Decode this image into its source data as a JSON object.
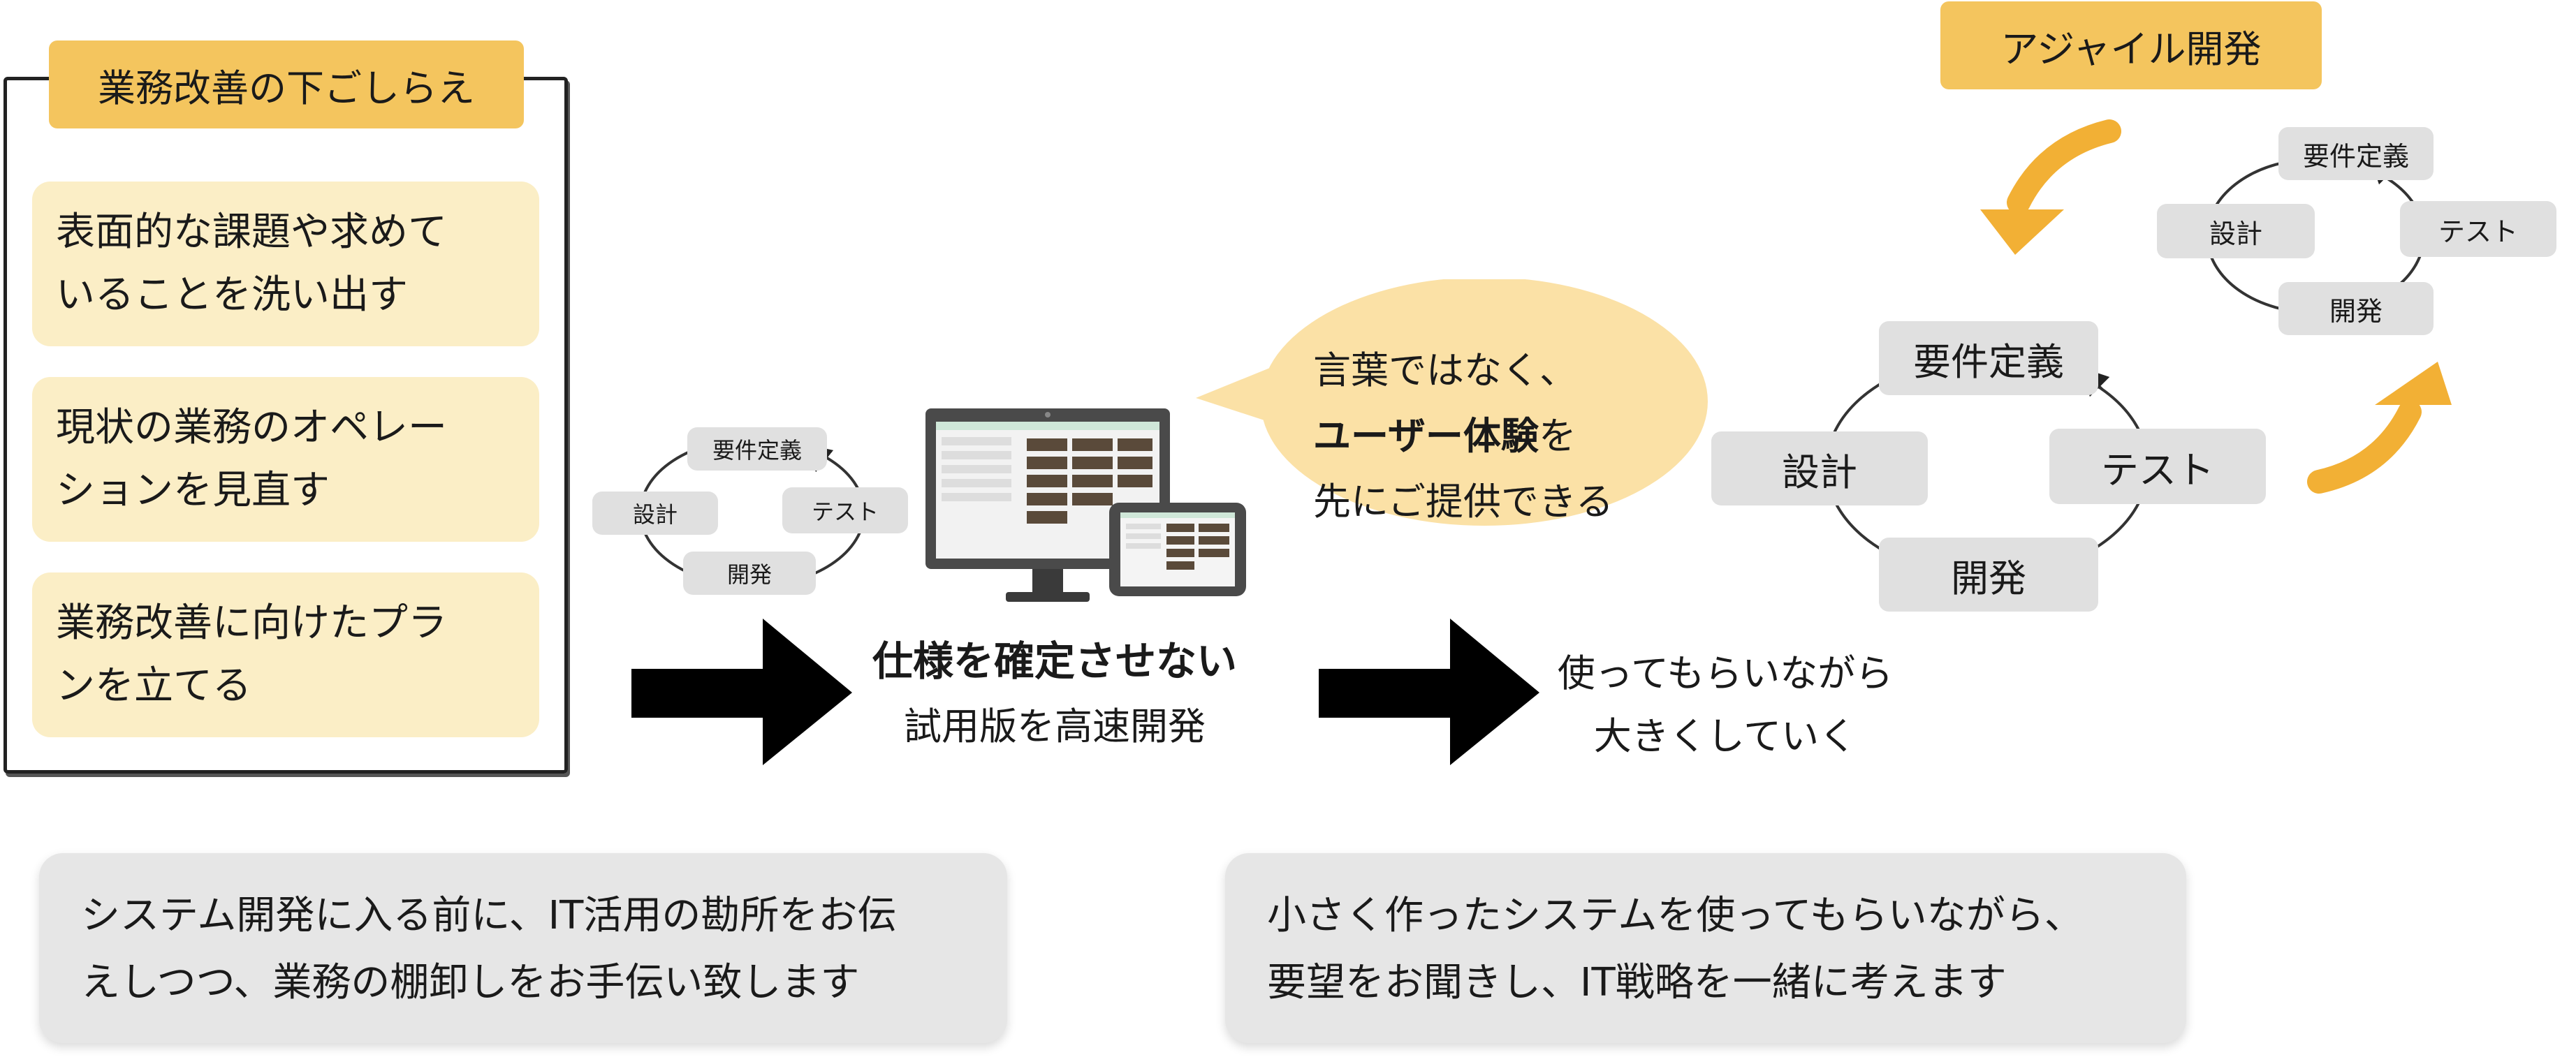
{
  "prep": {
    "title": "業務改善の下ごしらえ",
    "tasks": [
      "表面的な課題や求めて\nいることを洗い出す",
      "現状の業務のオペレー\nションを見直す",
      "業務改善に向けたプラ\nンを立てる"
    ]
  },
  "cycle_labels": {
    "requirements": "要件定義",
    "design": "設計",
    "test": "テスト",
    "development": "開発"
  },
  "prototype": {
    "headline": "仕様を確定させない",
    "subline": "試用版を高速開発"
  },
  "bubble": {
    "line1": "言葉ではなく、",
    "line2_bold": "ユーザー体験",
    "line2_rest": "を",
    "line3": "先にご提供できる"
  },
  "growth": {
    "line1": "使ってもらいながら",
    "line2": "大きくしていく"
  },
  "agile": {
    "label": "アジャイル開発"
  },
  "notes": {
    "left": "システム開発に入る前に、IT活用の勘所をお伝\nえしつつ、業務の棚卸しをお手伝い致します",
    "right": "小さく作ったシステムを使ってもらいながら、\n要望をお聞きし、IT戦略を一緒に考えます"
  },
  "colors": {
    "accent_yellow": "#f4c55e",
    "task_bg": "#fbeec6",
    "bubble_bg": "#fbe1a6",
    "pill_gray": "#e0e0e0",
    "arrow_orange": "#f2b035",
    "note_bg": "#e6e6e6"
  }
}
